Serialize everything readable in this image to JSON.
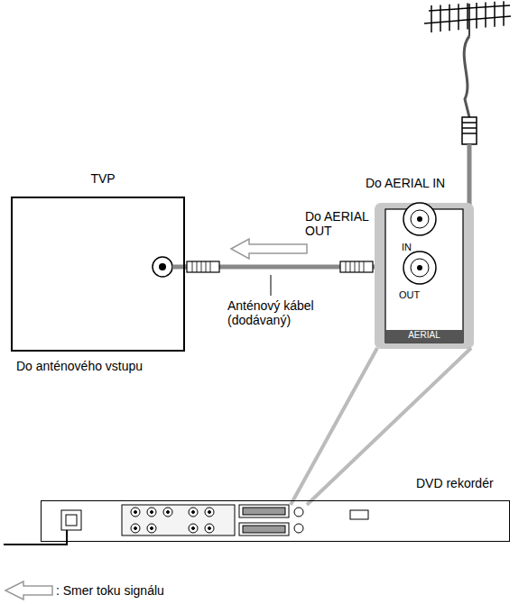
{
  "diagram": {
    "nodes": [
      {
        "text": [
          "TVP"
        ]
      },
      {
        "text": [
          "Do AERIAL IN",
          "IN",
          "OUT",
          "AERIAL"
        ]
      },
      {
        "text": [
          "DVD rekordér"
        ]
      }
    ],
    "edges": [
      {
        "from": 1,
        "to": 0,
        "arrow": "none",
        "label": "Anténový kábel (dodávaný)"
      }
    ],
    "labels": [
      "Do AERIAL OUT",
      "Do anténového vstupu"
    ],
    "legend": [
      {
        "text": ": Smer toku signálu"
      }
    ]
  }
}
